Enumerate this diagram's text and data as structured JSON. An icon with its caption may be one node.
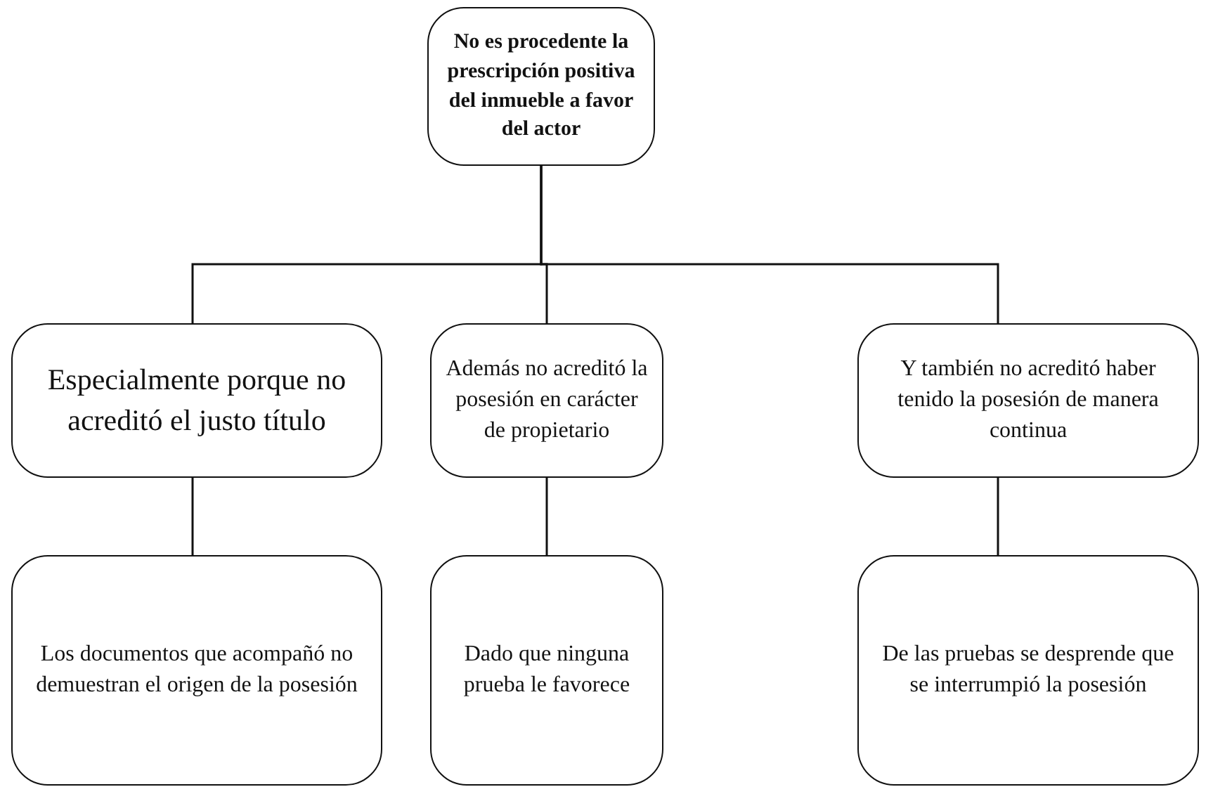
{
  "diagram": {
    "nodes": [
      {
        "text": [
          "No es procedente la prescripción positiva del inmueble a favor del actor"
        ]
      },
      {
        "text": [
          "Especialmente porque no acreditó el justo título"
        ]
      },
      {
        "text": [
          "Además no acreditó la posesión en carácter de propietario"
        ]
      },
      {
        "text": [
          "Y también no acreditó haber tenido la posesión de manera continua"
        ]
      },
      {
        "text": [
          "Los documentos que acompañó no demuestran el origen de la posesión"
        ]
      },
      {
        "text": [
          "Dado que ninguna prueba le favorece"
        ]
      },
      {
        "text": [
          "De las pruebas se desprende que se interrumpió la posesión"
        ]
      }
    ],
    "edges": [
      {
        "from": 0,
        "to": 1,
        "arrow": "none"
      },
      {
        "from": 0,
        "to": 2,
        "arrow": "none"
      },
      {
        "from": 0,
        "to": 3,
        "arrow": "none"
      },
      {
        "from": 1,
        "to": 4,
        "arrow": "none"
      },
      {
        "from": 2,
        "to": 5,
        "arrow": "none"
      },
      {
        "from": 3,
        "to": 6,
        "arrow": "none"
      }
    ]
  }
}
